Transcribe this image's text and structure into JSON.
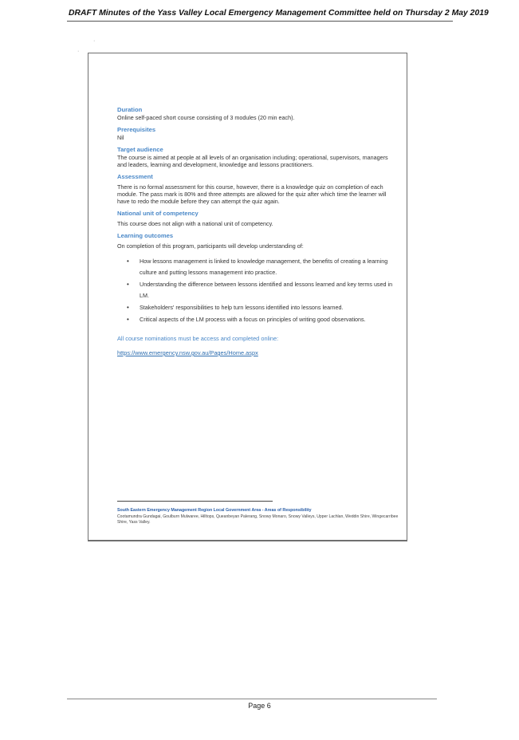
{
  "header": {
    "title": "DRAFT Minutes of the Yass Valley Local Emergency Management Committee held on Thursday 2 May 2019"
  },
  "sections": {
    "duration": {
      "heading": "Duration",
      "body": "Online self-paced short course consisting of 3 modules (20 min each)."
    },
    "prerequisites": {
      "heading": "Prerequisites",
      "body": "Nil"
    },
    "target_audience": {
      "heading": "Target audience",
      "body": "The course is aimed at people at all levels of an organisation including; operational, supervisors, managers and leaders, learning and development, knowledge and lessons practitioners."
    },
    "assessment": {
      "heading": "Assessment",
      "body": "There is no formal assessment for this course, however, there is a knowledge quiz on completion of each module. The pass mark is 80% and three attempts are allowed for the quiz after which time the learner will have to redo the module before they can attempt the quiz again."
    },
    "competency": {
      "heading": "National unit of competency",
      "body": "This course does not align with a national unit of competency."
    },
    "outcomes": {
      "heading": "Learning outcomes",
      "intro": "On completion of this program, participants will develop understanding of:",
      "items": [
        "How lessons management is linked to knowledge management, the benefits of creating a learning culture and putting lessons management into practice.",
        "Understanding the difference between lessons identified and lessons learned and key terms used in LM.",
        "Stakeholders' responsibilities to help turn lessons identified into lessons learned.",
        "Critical aspects of the LM process with a focus on principles of writing good observations."
      ]
    }
  },
  "nominations": {
    "text": "All course nominations must be access and completed online:",
    "link": "https://www.emergency.nsw.gov.au/Pages/Home.aspx"
  },
  "footnote": {
    "title": "South Eastern Emergency Management Region Local Government Area - Areas of Responsibility",
    "body": "Cootamundra Gundagai, Goulburn Mulwaree, Hilltops, Queanbeyan Palerang, Snowy Monaro, Snowy Valleys, Upper Lachlan, Weddin Shire, Wingecarribee Shire, Yass Valley."
  },
  "footer": {
    "page": "Page 6"
  }
}
